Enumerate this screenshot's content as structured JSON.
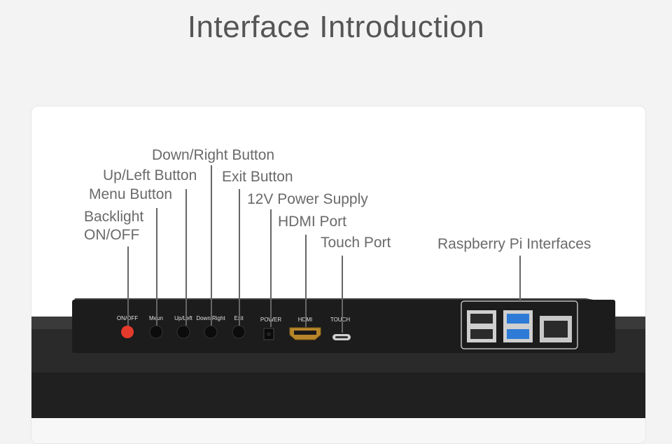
{
  "page": {
    "title": "Interface Introduction"
  },
  "callouts": {
    "down_right": "Down/Right Button",
    "up_left": "Up/Left Button",
    "exit": "Exit Button",
    "menu": "Menu Button",
    "power_supply": "12V Power Supply",
    "backlight_1": "Backlight",
    "backlight_2": "ON/OFF",
    "hdmi_port": "HDMI Port",
    "touch_port": "Touch Port",
    "raspberry_pi": "Raspberry Pi Interfaces"
  },
  "panel_labels": {
    "onoff": "ON/OFF",
    "menu": "Meun",
    "upleft": "Up/Left",
    "downright": "Down/Right",
    "exit": "Exit",
    "power": "POWER",
    "hdmi": "HDMI",
    "touch": "TOUCH"
  },
  "colors": {
    "title": "#555555",
    "callout": "#6a6a6a",
    "device": "#1e1e1e",
    "onoff_button": "#e53a2c",
    "usb3_blue": "#2d7bd6"
  }
}
